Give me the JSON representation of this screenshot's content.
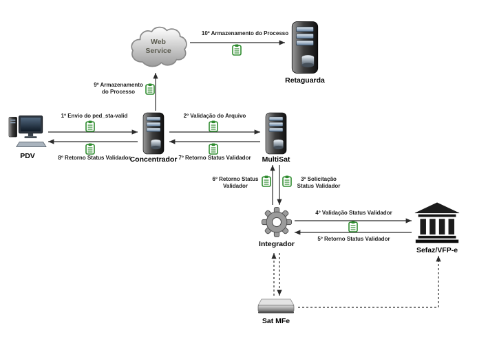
{
  "nodes": {
    "pdv": "PDV",
    "concentrador": "Concentrador",
    "multisat": "MultiSat",
    "web_service": "Web Service",
    "retaguarda": "Retaguarda",
    "integrador": "Integrador",
    "sefaz": "Sefaz/VFP-e",
    "sat_mfe": "Sat MFe"
  },
  "edges": {
    "e1": "1º Envio do ped_sta-valid",
    "e2": "2º Validação do Arquivo",
    "e3": "3º Solicitação Status Validador",
    "e4": "4º Validação Status Validador",
    "e5": "5º Retorno Status Validador",
    "e6": "6º Retorno Status Validador",
    "e7": "7º Retorno Status Validador",
    "e8": "8º Retorno Status Validador",
    "e9": "9º Armazenamento do Processo",
    "e10": "10º Armazenamento do Processo"
  },
  "icons": {
    "document": "document-check-icon",
    "server": "server-tower-icon",
    "cloud": "cloud-icon",
    "gear": "gear-icon",
    "bank": "government-building-icon",
    "computer": "desktop-computer-icon",
    "device": "sat-device-icon"
  },
  "colors": {
    "background": "#ffffff",
    "arrow": "#2b2b2b",
    "doc_green": "#2e8b2e",
    "text": "#1a1a1a"
  }
}
